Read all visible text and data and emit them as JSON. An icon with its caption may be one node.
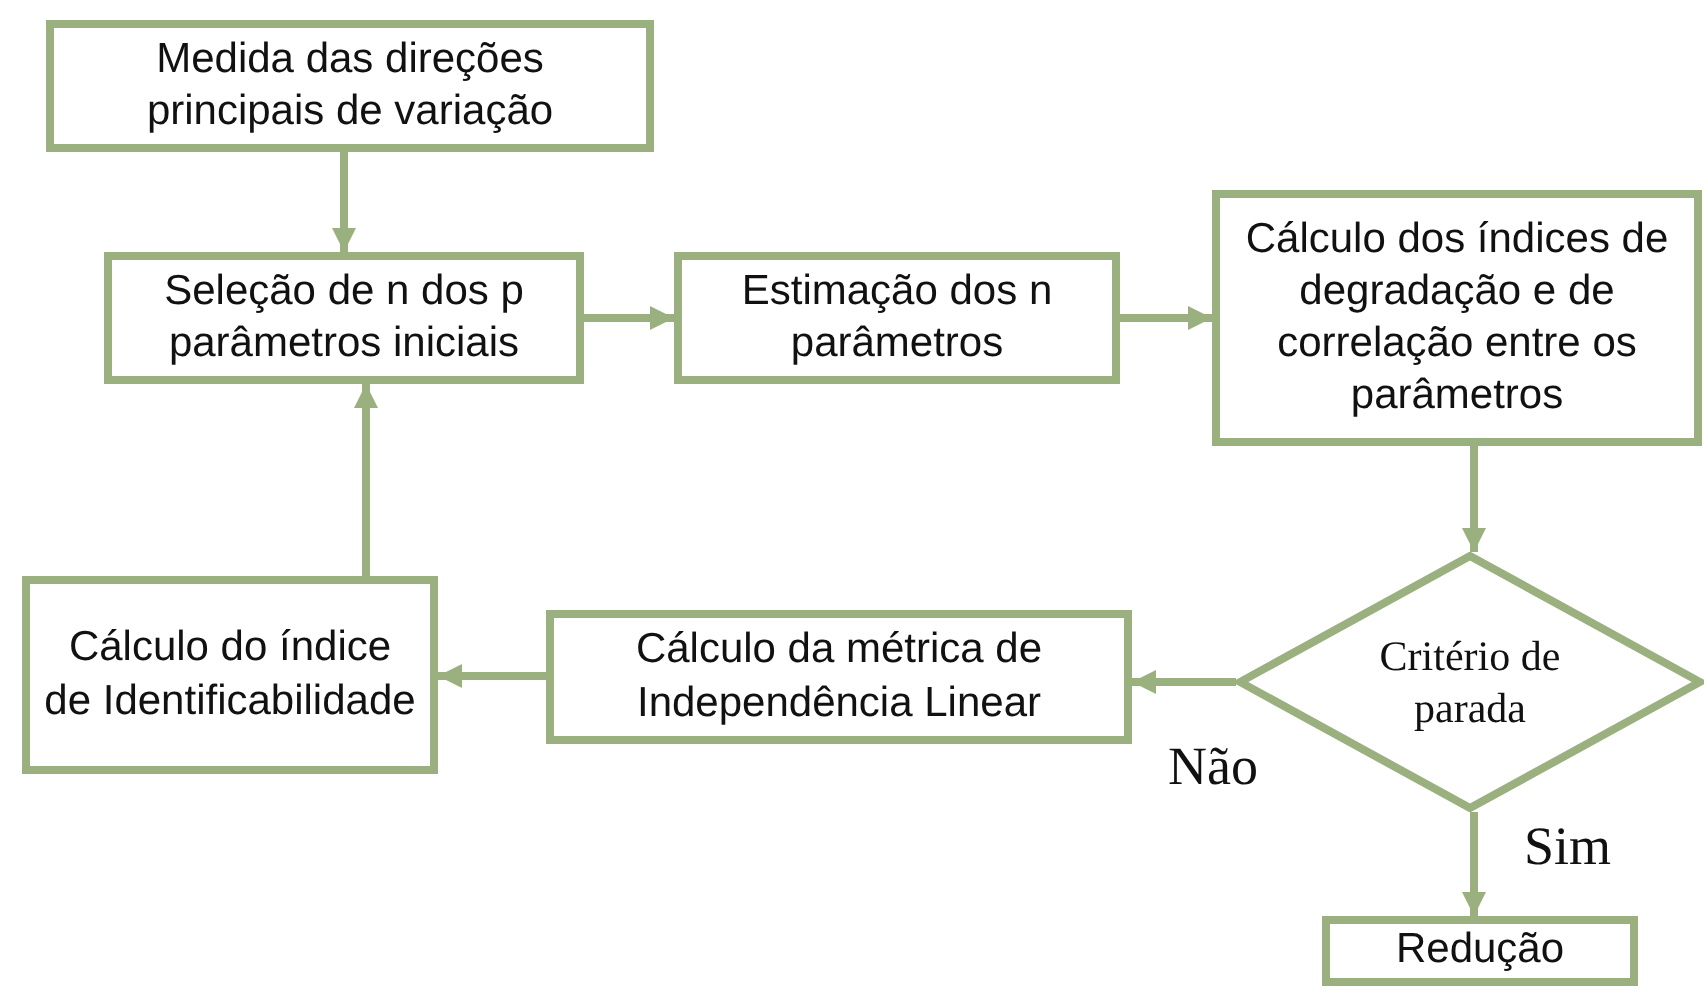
{
  "diagram": {
    "nodes": [
      {
        "text": [
          "Medida das direções principais de variação"
        ]
      },
      {
        "text": [
          "Seleção de n dos p parâmetros iniciais"
        ]
      },
      {
        "text": [
          "Estimação dos n parâmetros"
        ]
      },
      {
        "text": [
          "Cálculo dos índices de degradação e de correlação entre os parâmetros"
        ]
      },
      {
        "text": [
          "Critério de parada"
        ]
      },
      {
        "text": [
          "Cálculo da métrica de Independência Linear"
        ]
      },
      {
        "text": [
          "Cálculo do índice de Identificabilidade"
        ]
      },
      {
        "text": [
          "Redução"
        ]
      }
    ],
    "edges": [
      {
        "from": 0,
        "to": 1,
        "arrow": "to"
      },
      {
        "from": 1,
        "to": 2,
        "arrow": "to"
      },
      {
        "from": 2,
        "to": 3,
        "arrow": "to"
      },
      {
        "from": 3,
        "to": 4,
        "arrow": "to"
      },
      {
        "from": 4,
        "to": 5,
        "arrow": "to",
        "label": "Não"
      },
      {
        "from": 5,
        "to": 6,
        "arrow": "to"
      },
      {
        "from": 6,
        "to": 1,
        "arrow": "to"
      },
      {
        "from": 4,
        "to": 7,
        "arrow": "to",
        "label": "Sim"
      }
    ]
  }
}
